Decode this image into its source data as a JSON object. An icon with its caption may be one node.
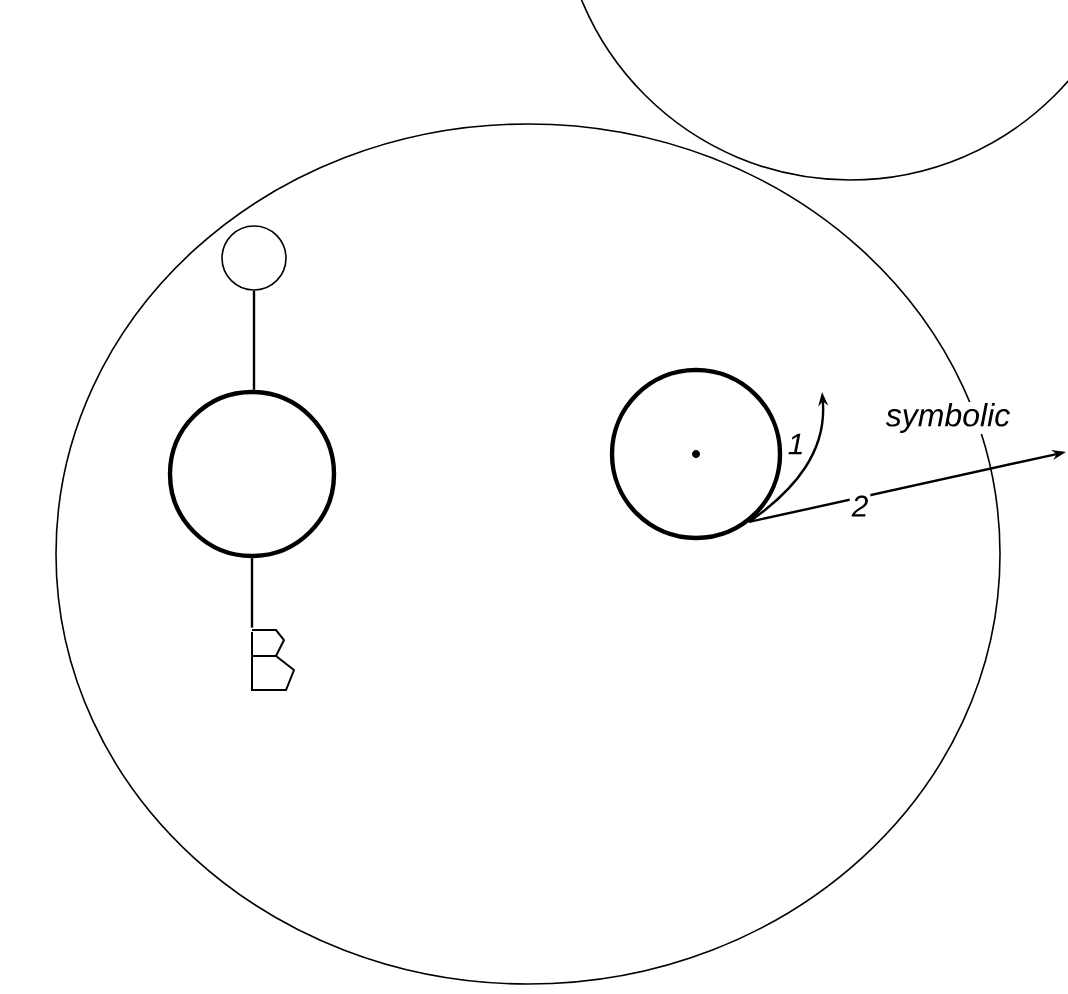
{
  "diagram": {
    "nodes": [
      {
        "text": [],
        "shape": "circle"
      },
      {
        "text": [],
        "shape": "circle"
      },
      {
        "text": [],
        "shape": "circle",
        "in": 0
      },
      {
        "text": [],
        "shape": "circle",
        "in": 0
      },
      {
        "text": [],
        "shape": "picture",
        "in": 0
      },
      {
        "text": [],
        "shape": "circle",
        "in": 0
      }
    ],
    "edges": [
      {
        "from": 2,
        "to": 3,
        "arrow": "none"
      },
      {
        "from": 3,
        "to": 4,
        "arrow": "none"
      },
      {
        "from": 5,
        "to": null,
        "arrow": "to",
        "label": "1"
      },
      {
        "from": 5,
        "to": null,
        "arrow": "to",
        "label": "2"
      }
    ],
    "labels": [
      "symbolic"
    ]
  }
}
